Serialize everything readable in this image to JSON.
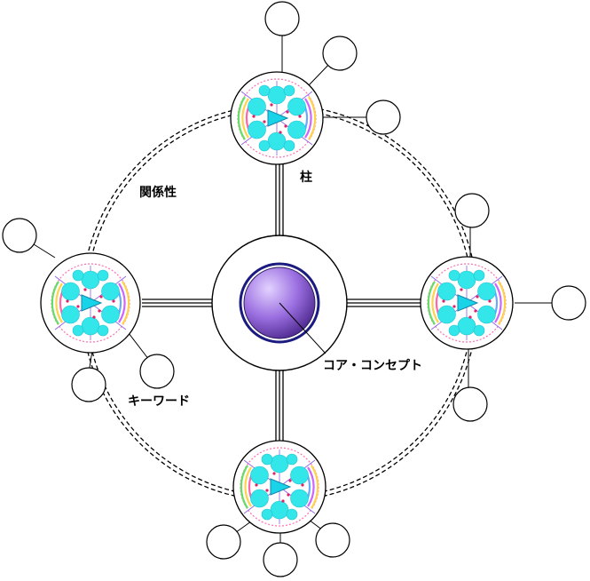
{
  "labels": {
    "relationship": "関係性",
    "pillar": "柱",
    "keyword": "キーワード",
    "core_concept": "コア・コンセプト"
  },
  "colors": {
    "core_fill_light": "#e3d2ff",
    "core_fill_dark": "#6a3fb0",
    "core_ring": "#1a1a80",
    "hex_cell": "#33e6ea",
    "hex_core": "#19d3e8",
    "rainbow": [
      "#ff66aa",
      "#ffd24d",
      "#66dd66",
      "#66aaff",
      "#cc66ff"
    ],
    "pink_dot": "#e0226a"
  },
  "diagram": {
    "pillars": [
      "top",
      "right",
      "bottom",
      "left"
    ]
  }
}
